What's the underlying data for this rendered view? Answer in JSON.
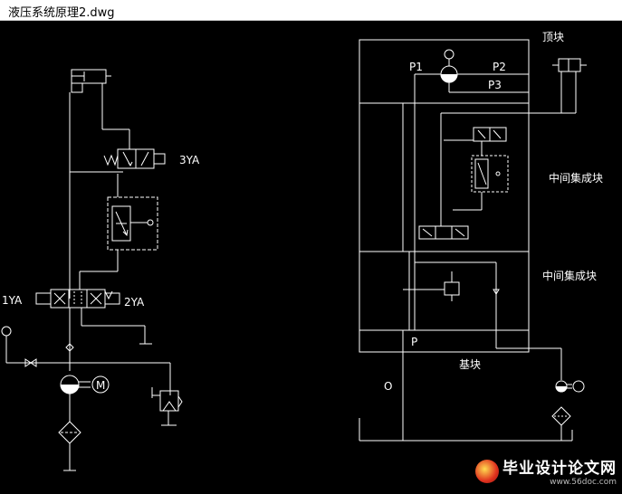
{
  "window": {
    "title": "液压系统原理2.dwg"
  },
  "labels": {
    "solenoid_3ya": "3YA",
    "solenoid_1ya": "1YA",
    "solenoid_2ya": "2YA",
    "port_p1": "P1",
    "port_p2": "P2",
    "port_p3": "P3",
    "block_top": "顶块",
    "block_mid_1": "中间集成块",
    "block_mid_2": "中间集成块",
    "port_p": "P",
    "block_base": "基块",
    "port_o": "O",
    "motor_m": "M",
    "spring_w": "W"
  },
  "watermark": {
    "main": "毕业设计论文网",
    "url": "www.56doc.com"
  },
  "colors": {
    "background": "#000000",
    "lines": "#ffffff",
    "titlebar": "#ffffff"
  }
}
